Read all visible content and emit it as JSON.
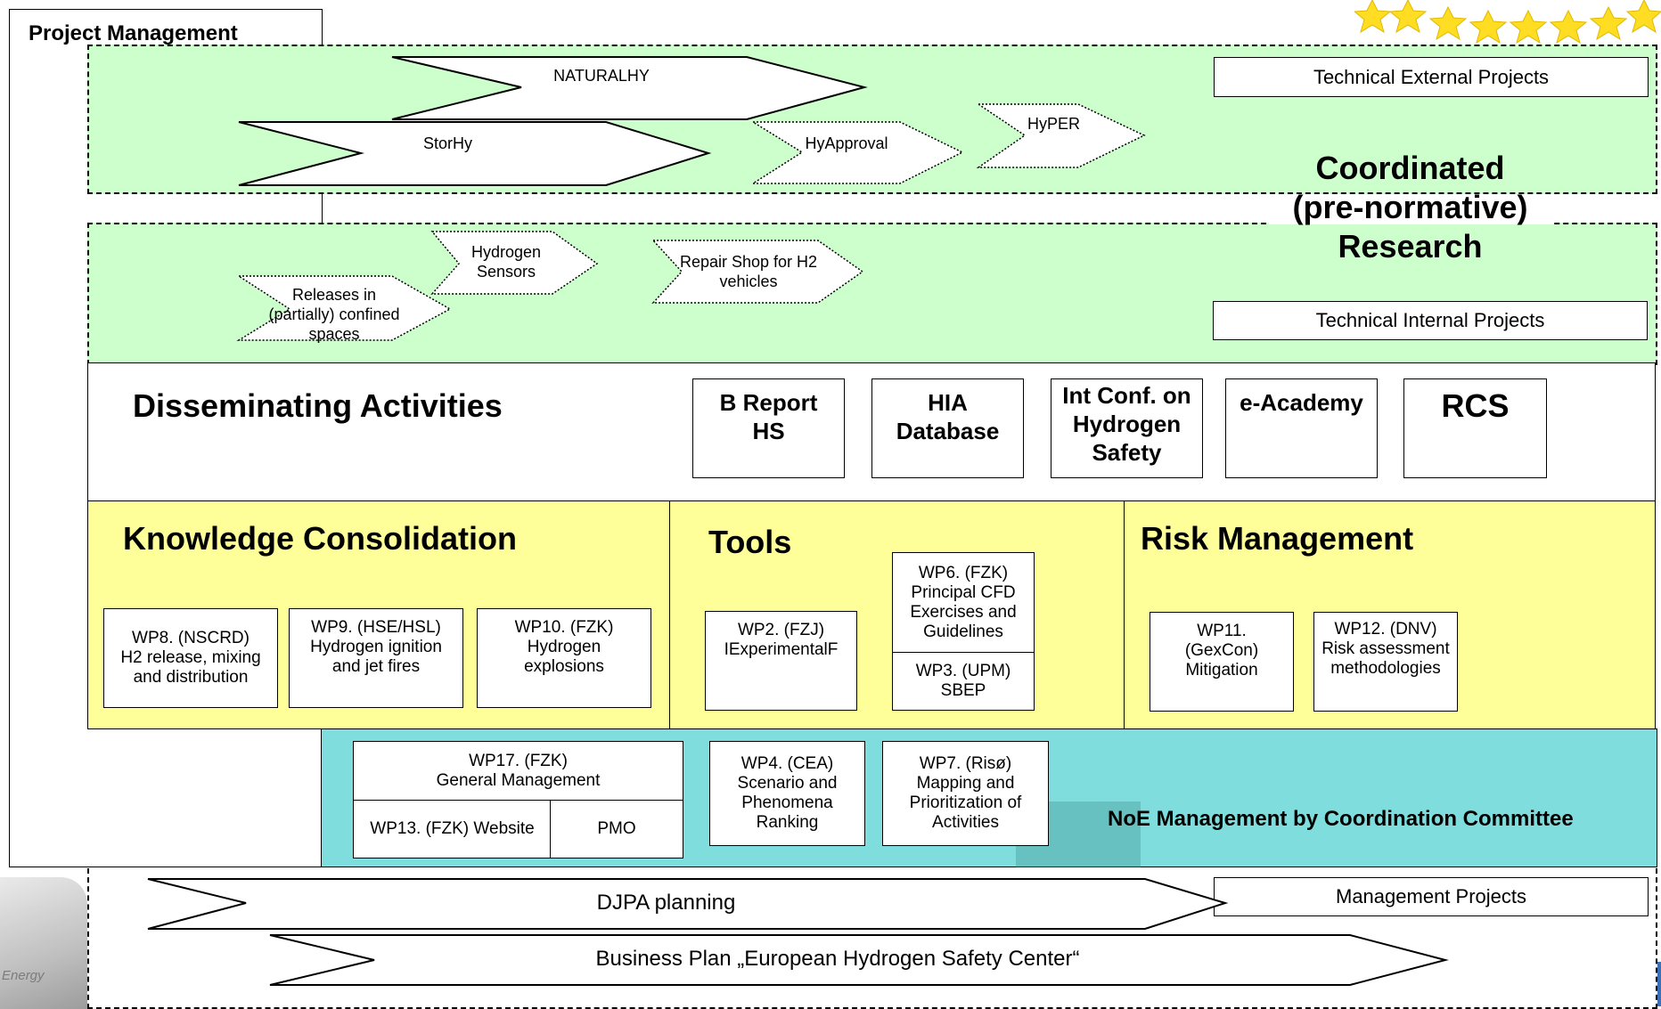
{
  "project_management": "Project Management",
  "coordinated_research": [
    "Coordinated",
    "(pre-normative)",
    "Research"
  ],
  "technical_external_projects": "Technical External Projects",
  "technical_internal_projects": "Technical Internal Projects",
  "management_projects": "Management Projects",
  "arrows": {
    "naturalhy": "NATURALHY",
    "storhy": "StorHy",
    "hyapproval": "HyApproval",
    "hyper": "HyPER",
    "hydrogen_sensors": [
      "Hydrogen",
      "Sensors"
    ],
    "repair_shop": [
      "Repair Shop for H2",
      "vehicles"
    ],
    "releases": [
      "Releases in",
      "(partially) confined",
      "spaces"
    ],
    "djpa": "DJPA planning",
    "business_plan": "Business Plan „European Hydrogen Safety Center“"
  },
  "disseminating": {
    "title": "Disseminating Activities",
    "boxes": [
      [
        "B Report",
        "HS"
      ],
      [
        "HIA",
        "Database"
      ],
      [
        "Int Conf. on",
        "Hydrogen",
        "Safety"
      ],
      [
        "e-Academy"
      ],
      [
        "RCS"
      ]
    ]
  },
  "knowledge": {
    "title": "Knowledge Consolidation",
    "wp8": [
      "WP8. (NSCRD)",
      "H2 release, mixing",
      "and distribution"
    ],
    "wp9": [
      "WP9. (HSE/HSL)",
      "Hydrogen ignition",
      "and jet fires"
    ],
    "wp10": [
      "WP10. (FZK)",
      "Hydrogen",
      "explosions"
    ]
  },
  "tools": {
    "title": "Tools",
    "wp2": [
      "WP2. (FZJ)",
      "IExperimentalF"
    ],
    "wp6": [
      "WP6. (FZK)",
      "Principal CFD",
      "Exercises and",
      "Guidelines"
    ],
    "wp3": [
      "WP3. (UPM)",
      "SBEP"
    ]
  },
  "risk": {
    "title": "Risk Management",
    "wp11": [
      "WP11.",
      "(GexCon)",
      "Mitigation"
    ],
    "wp12": [
      "WP12. (DNV)",
      "Risk assessment",
      "methodologies"
    ]
  },
  "management": {
    "wp17": [
      "WP17. (FZK)",
      "General Management"
    ],
    "wp13": "WP13. (FZK) Website",
    "pmo": "PMO",
    "wp4": [
      "WP4. (CEA)",
      "Scenario and",
      "Phenomena",
      "Ranking"
    ],
    "wp7": [
      "WP7. (Risø)",
      "Mapping and",
      "Prioritization of",
      "Activities"
    ],
    "noe": "NoE Management by Coordination Committee"
  },
  "logo_text": "Energy",
  "colors": {
    "green": "#ccffcc",
    "yellow": "#ffff99",
    "cyan": "#7fdddd",
    "star": "#ffdd00"
  }
}
